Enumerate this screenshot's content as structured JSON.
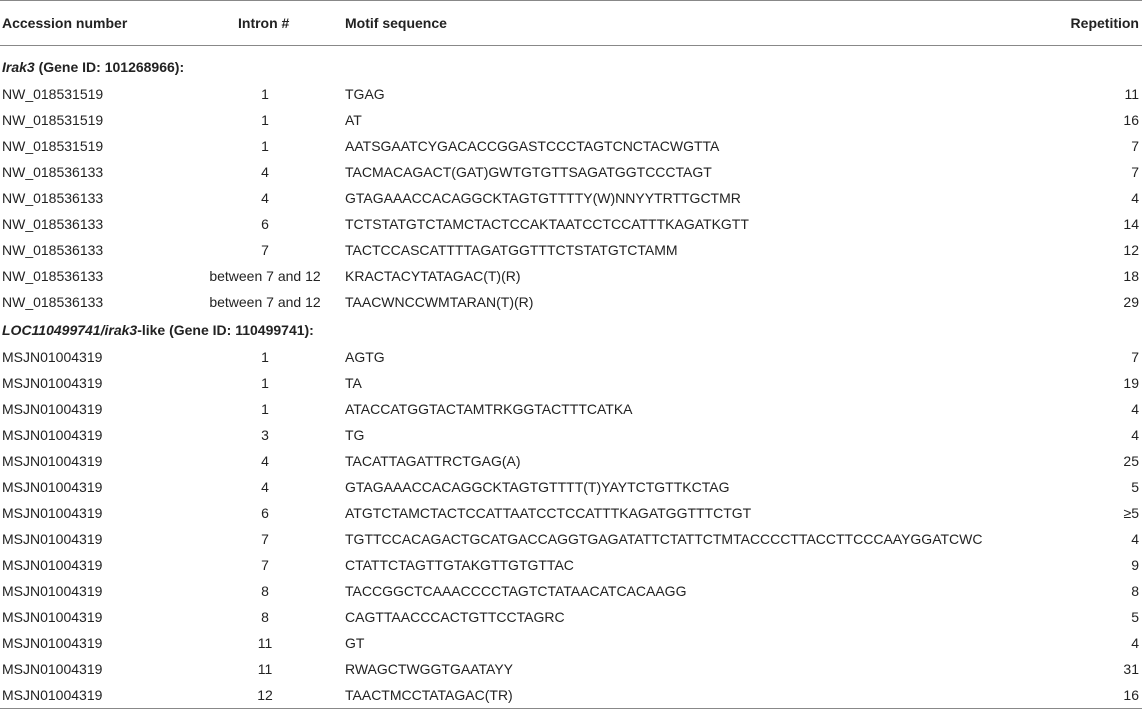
{
  "headers": {
    "accession": "Accession number",
    "intron": "Intron #",
    "motif": "Motif sequence",
    "repetition": "Repetition"
  },
  "groups": [
    {
      "gene_italic": "Irak3",
      "gene_suffix": "",
      "label_rest": " (Gene ID: 101268966):",
      "rows": [
        {
          "accession": "NW_018531519",
          "intron": "1",
          "motif": "TGAG",
          "repetition": "11"
        },
        {
          "accession": "NW_018531519",
          "intron": "1",
          "motif": "AT",
          "repetition": "16"
        },
        {
          "accession": "NW_018531519",
          "intron": "1",
          "motif": "AATSGAATCYGACACCGGASTCCCTAGTCNCTACWGTTA",
          "repetition": "7"
        },
        {
          "accession": "NW_018536133",
          "intron": "4",
          "motif": "TACMACAGACT(GAT)GWTGTGTTSAGATGGTCCCTAGT",
          "repetition": "7"
        },
        {
          "accession": "NW_018536133",
          "intron": "4",
          "motif": "GTAGAAACCACAGGCKTAGTGTTTTY(W)NNYYTRTTGCTMR",
          "repetition": "4"
        },
        {
          "accession": "NW_018536133",
          "intron": "6",
          "motif": "TCTSTATGTCTAMCTACTCCAKTAATCCTCCATTTKAGATKGTT",
          "repetition": "14"
        },
        {
          "accession": "NW_018536133",
          "intron": "7",
          "motif": "TACTCCASCATTTTAGATGGTTTCTSTATGTCTAMM",
          "repetition": "12"
        },
        {
          "accession": "NW_018536133",
          "intron": "between 7 and 12",
          "motif": "KRACTACYTATAGAC(T)(R)",
          "repetition": "18"
        },
        {
          "accession": "NW_018536133",
          "intron": "between 7 and 12",
          "motif": "TAACWNCCWMTARAN(T)(R)",
          "repetition": "29"
        }
      ]
    },
    {
      "gene_italic": "LOC110499741/irak3",
      "gene_suffix": "-like",
      "label_rest": " (Gene ID: 110499741):",
      "rows": [
        {
          "accession": "MSJN01004319",
          "intron": "1",
          "motif": "AGTG",
          "repetition": "7"
        },
        {
          "accession": "MSJN01004319",
          "intron": "1",
          "motif": "TA",
          "repetition": "19"
        },
        {
          "accession": "MSJN01004319",
          "intron": "1",
          "motif": "ATACCATGGTACTAMTRKGGTACTTTCATKA",
          "repetition": "4"
        },
        {
          "accession": "MSJN01004319",
          "intron": "3",
          "motif": "TG",
          "repetition": "4"
        },
        {
          "accession": "MSJN01004319",
          "intron": "4",
          "motif": "TACATTAGATTRCTGAG(A)",
          "repetition": "25"
        },
        {
          "accession": "MSJN01004319",
          "intron": "4",
          "motif": "GTAGAAACCACAGGCKTAGTGTTTT(T)YAYTCTGTTKCTAG",
          "repetition": "5"
        },
        {
          "accession": "MSJN01004319",
          "intron": "6",
          "motif": "ATGTCTAMCTACTCCATTAATCCTCCATTTKAGATGGTTTCTGT",
          "repetition": "≥5"
        },
        {
          "accession": "MSJN01004319",
          "intron": "7",
          "motif": "TGTTCCACAGACTGCATGACCAGGTGAGATATTCTATTCTMTACCCCTTACCTTCCCAAYGGATCWC",
          "repetition": "4"
        },
        {
          "accession": "MSJN01004319",
          "intron": "7",
          "motif": "CTATTCTAGTTGTAKGTTGTGTTAC",
          "repetition": "9"
        },
        {
          "accession": "MSJN01004319",
          "intron": "8",
          "motif": "TACCGGCTCAAACCCCTAGTCTATAACATCACAAGG",
          "repetition": "8"
        },
        {
          "accession": "MSJN01004319",
          "intron": "8",
          "motif": "CAGTTAACCCACTGTTCCTAGRC",
          "repetition": "5"
        },
        {
          "accession": "MSJN01004319",
          "intron": "11",
          "motif": "GT",
          "repetition": "4"
        },
        {
          "accession": "MSJN01004319",
          "intron": "11",
          "motif": "RWAGCTWGGTGAATAYY",
          "repetition": "31"
        },
        {
          "accession": "MSJN01004319",
          "intron": "12",
          "motif": "TAACTMCCTATAGAC(TR)",
          "repetition": "16"
        }
      ]
    }
  ]
}
